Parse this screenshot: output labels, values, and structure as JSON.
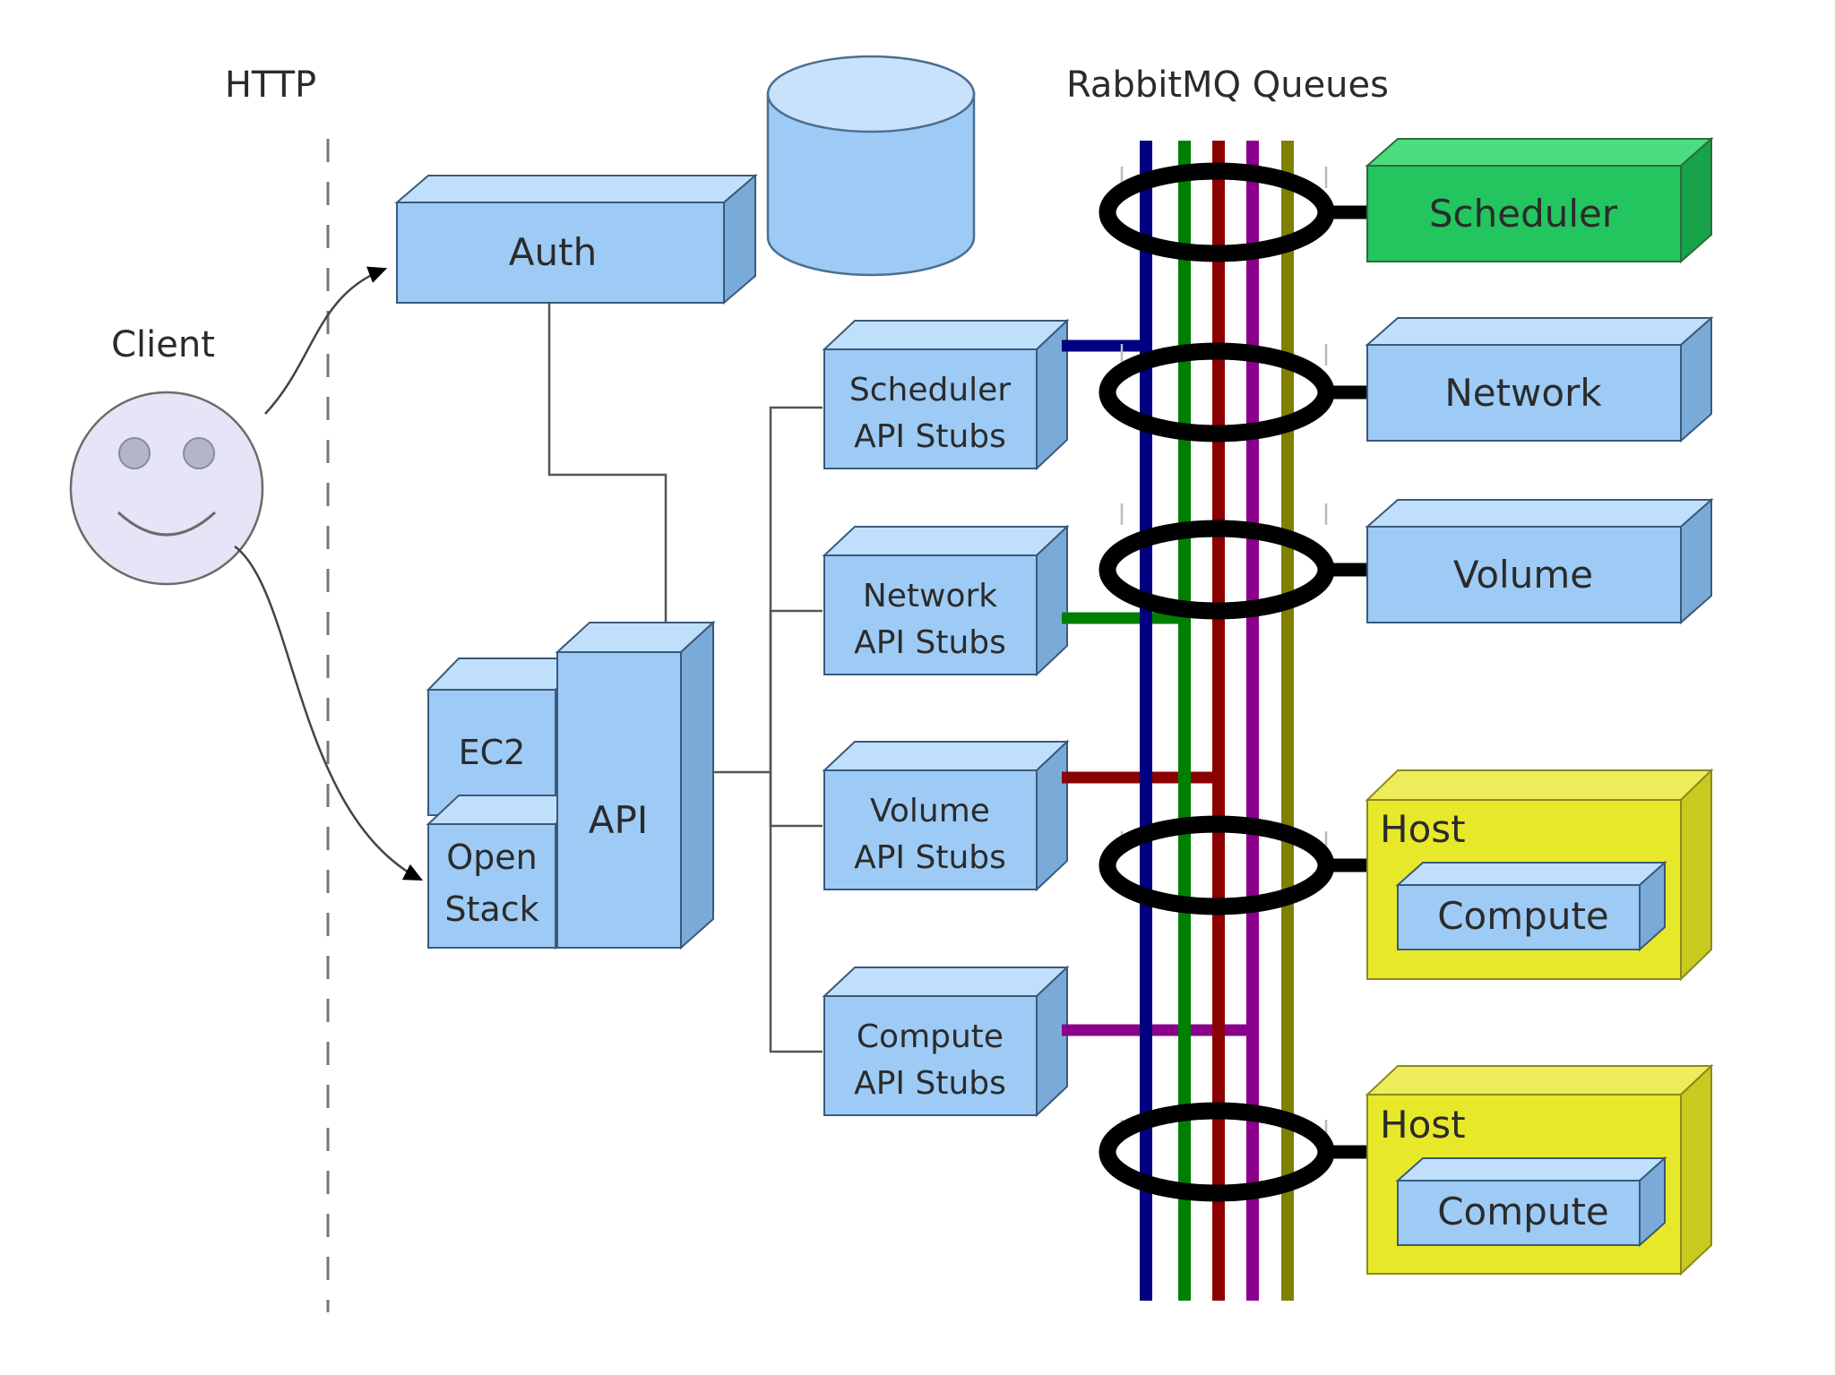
{
  "diagram": {
    "title_labels": {
      "http": "HTTP",
      "rabbitmq": "RabbitMQ Queues",
      "client": "Client"
    },
    "client_node": {
      "label": "Client",
      "shape": "smiley-face",
      "fill": "#e6e4f7",
      "stroke": "#6b6b6b",
      "eye_fill": "#b5b5c8"
    },
    "auth_node": {
      "label": "Auth",
      "fill": "#9ecbf5",
      "stroke": "#3a5a7a"
    },
    "api_stack": {
      "ec2_label": "EC2",
      "openstack_label_line1": "Open",
      "openstack_label_line2": "Stack",
      "api_label": "API",
      "fill": "#9ecbf5",
      "stroke": "#3a5a7a"
    },
    "database_cylinder": {
      "label": "",
      "fill": "#9ecbf5",
      "top_fill": "#c8e2fb",
      "stroke": "#4a6f91"
    },
    "api_stubs": [
      {
        "line1": "Scheduler",
        "line2": "API Stubs",
        "queue_color": "#000080",
        "name": "scheduler-api-stubs"
      },
      {
        "line1": "Network",
        "line2": "API Stubs",
        "queue_color": "#008000",
        "name": "network-api-stubs"
      },
      {
        "line1": "Volume",
        "line2": "API Stubs",
        "queue_color": "#8b0000",
        "name": "volume-api-stubs"
      },
      {
        "line1": "Compute",
        "line2": "API Stubs",
        "queue_color": "#8b008b",
        "name": "compute-api-stubs"
      }
    ],
    "queue_lines": [
      {
        "color": "#000080",
        "name": "queue-line-scheduler"
      },
      {
        "color": "#008000",
        "name": "queue-line-network"
      },
      {
        "color": "#8b0000",
        "name": "queue-line-volume"
      },
      {
        "color": "#8b008b",
        "name": "queue-line-compute"
      },
      {
        "color": "#808000",
        "name": "queue-line-host"
      }
    ],
    "workers": [
      {
        "label": "Scheduler",
        "fill": "#22c55e",
        "top": "#4ade80",
        "side": "#16a34a",
        "stroke": "#2f6b3f",
        "name": "scheduler-worker"
      },
      {
        "label": "Network",
        "fill": "#9ecbf5",
        "top": "#bfdffc",
        "side": "#7aabd8",
        "stroke": "#3a5a7a",
        "name": "network-worker"
      },
      {
        "label": "Volume",
        "fill": "#9ecbf5",
        "top": "#bfdffc",
        "side": "#7aabd8",
        "stroke": "#3a5a7a",
        "name": "volume-worker"
      }
    ],
    "hosts": [
      {
        "label": "Host",
        "inner_label": "Compute",
        "fill": "#e8e82a",
        "top": "#eded5c",
        "side": "#c9c91f",
        "stroke": "#8a8a20",
        "name": "host-1"
      },
      {
        "label": "Host",
        "inner_label": "Compute",
        "fill": "#e8e82a",
        "top": "#eded5c",
        "side": "#c9c91f",
        "stroke": "#8a8a20",
        "name": "host-2"
      }
    ],
    "exchanges": [
      {
        "name": "exchange-scheduler"
      },
      {
        "name": "exchange-network"
      },
      {
        "name": "exchange-volume"
      },
      {
        "name": "exchange-host-1"
      },
      {
        "name": "exchange-host-2"
      }
    ],
    "colors": {
      "background": "#ffffff",
      "box_blue": "#9ecbf5",
      "box_blue_top": "#bfdffc",
      "box_blue_side": "#7aabd8",
      "box_stroke": "#3a5a7a",
      "green": "#22c55e",
      "yellow": "#e8e82a",
      "connector": "#555555",
      "ellipse": "#000000",
      "divider_dash": "#777777",
      "text": "#2b2b2b"
    }
  }
}
